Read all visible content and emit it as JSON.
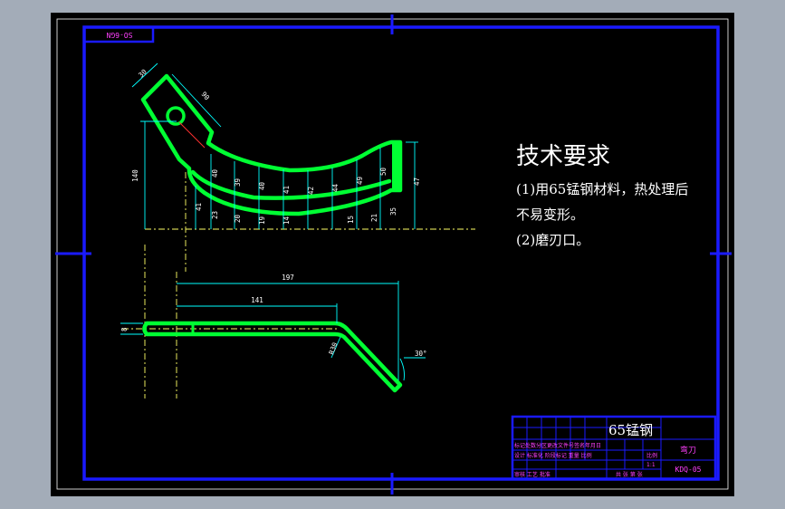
{
  "drawing": {
    "tag": "SO-6GN",
    "tech_title": "技术要求",
    "req_1a": "(1)用65锰钢材料，热处理后",
    "req_1b": "不易变形。",
    "req_2": "(2)磨刃口。",
    "material": "65锰钢",
    "part_name": "弯刀",
    "drawing_no": "KDQ-05",
    "scale": "1:1",
    "tb_row1": "标记处数分区更改文件号签名年月日",
    "tb_row2": "设计 标准化 阶段标记 重量 比例",
    "tb_row3": "审核 工艺 批准",
    "tb_row4": "共 张 第 张",
    "sheet_label": "比例"
  },
  "dims": {
    "d30": "30",
    "d90": "90",
    "d140": "140",
    "d197": "197",
    "d141": "141",
    "r30": "R30",
    "angle": "30°",
    "thk": "8",
    "upper": [
      "40",
      "39",
      "40",
      "41",
      "42",
      "44",
      "49",
      "50",
      "47"
    ],
    "lower": [
      "41",
      "23",
      "20",
      "19",
      "14",
      "15",
      "21",
      "35"
    ]
  },
  "colors": {
    "background": "#000000",
    "frame": "#1a1aff",
    "part": "#00ff33",
    "dimension": "#00ffff",
    "centerline": "#ffff66",
    "titleblock_text": "#ff40ff"
  }
}
